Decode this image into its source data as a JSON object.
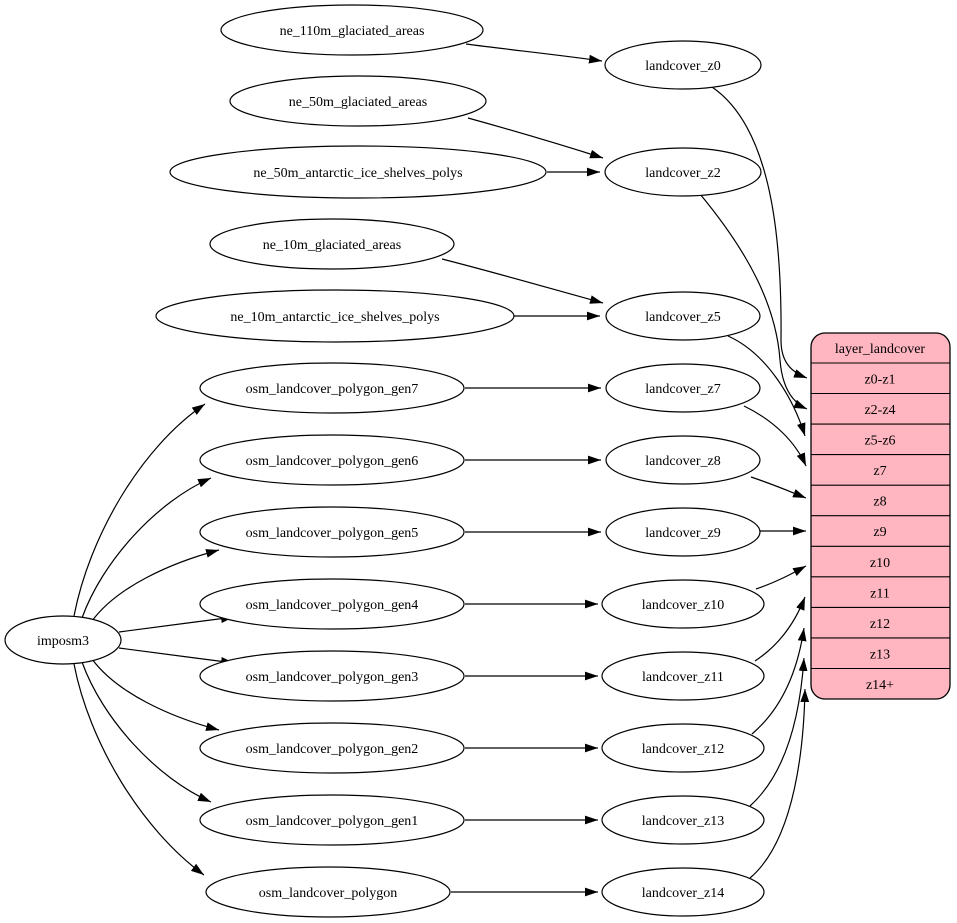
{
  "diagram": {
    "type": "dependency-graph",
    "nodes": {
      "imposm3": "imposm3",
      "ne_110m_glaciated_areas": "ne_110m_glaciated_areas",
      "ne_50m_glaciated_areas": "ne_50m_glaciated_areas",
      "ne_50m_antarctic_ice_shelves_polys": "ne_50m_antarctic_ice_shelves_polys",
      "ne_10m_glaciated_areas": "ne_10m_glaciated_areas",
      "ne_10m_antarctic_ice_shelves_polys": "ne_10m_antarctic_ice_shelves_polys",
      "osm_landcover_polygon_gen7": "osm_landcover_polygon_gen7",
      "osm_landcover_polygon_gen6": "osm_landcover_polygon_gen6",
      "osm_landcover_polygon_gen5": "osm_landcover_polygon_gen5",
      "osm_landcover_polygon_gen4": "osm_landcover_polygon_gen4",
      "osm_landcover_polygon_gen3": "osm_landcover_polygon_gen3",
      "osm_landcover_polygon_gen2": "osm_landcover_polygon_gen2",
      "osm_landcover_polygon_gen1": "osm_landcover_polygon_gen1",
      "osm_landcover_polygon": "osm_landcover_polygon",
      "landcover_z0": "landcover_z0",
      "landcover_z2": "landcover_z2",
      "landcover_z5": "landcover_z5",
      "landcover_z7": "landcover_z7",
      "landcover_z8": "landcover_z8",
      "landcover_z9": "landcover_z9",
      "landcover_z10": "landcover_z10",
      "landcover_z11": "landcover_z11",
      "landcover_z12": "landcover_z12",
      "landcover_z13": "landcover_z13",
      "landcover_z14": "landcover_z14"
    },
    "table": {
      "title": "layer_landcover",
      "rows": [
        "z0-z1",
        "z2-z4",
        "z5-z6",
        "z7",
        "z8",
        "z9",
        "z10",
        "z11",
        "z12",
        "z13",
        "z14+"
      ]
    },
    "edges": [
      [
        "ne_110m_glaciated_areas",
        "landcover_z0"
      ],
      [
        "ne_50m_glaciated_areas",
        "landcover_z2"
      ],
      [
        "ne_50m_antarctic_ice_shelves_polys",
        "landcover_z2"
      ],
      [
        "ne_10m_glaciated_areas",
        "landcover_z5"
      ],
      [
        "ne_10m_antarctic_ice_shelves_polys",
        "landcover_z5"
      ],
      [
        "imposm3",
        "osm_landcover_polygon_gen7"
      ],
      [
        "imposm3",
        "osm_landcover_polygon_gen6"
      ],
      [
        "imposm3",
        "osm_landcover_polygon_gen5"
      ],
      [
        "imposm3",
        "osm_landcover_polygon_gen4"
      ],
      [
        "imposm3",
        "osm_landcover_polygon_gen3"
      ],
      [
        "imposm3",
        "osm_landcover_polygon_gen2"
      ],
      [
        "imposm3",
        "osm_landcover_polygon_gen1"
      ],
      [
        "imposm3",
        "osm_landcover_polygon"
      ],
      [
        "osm_landcover_polygon_gen7",
        "landcover_z7"
      ],
      [
        "osm_landcover_polygon_gen6",
        "landcover_z8"
      ],
      [
        "osm_landcover_polygon_gen5",
        "landcover_z9"
      ],
      [
        "osm_landcover_polygon_gen4",
        "landcover_z10"
      ],
      [
        "osm_landcover_polygon_gen3",
        "landcover_z11"
      ],
      [
        "osm_landcover_polygon_gen2",
        "landcover_z12"
      ],
      [
        "osm_landcover_polygon_gen1",
        "landcover_z13"
      ],
      [
        "osm_landcover_polygon",
        "landcover_z14"
      ],
      [
        "landcover_z0",
        "layer_landcover:z0-z1"
      ],
      [
        "landcover_z2",
        "layer_landcover:z2-z4"
      ],
      [
        "landcover_z5",
        "layer_landcover:z5-z6"
      ],
      [
        "landcover_z7",
        "layer_landcover:z7"
      ],
      [
        "landcover_z8",
        "layer_landcover:z8"
      ],
      [
        "landcover_z9",
        "layer_landcover:z9"
      ],
      [
        "landcover_z10",
        "layer_landcover:z10"
      ],
      [
        "landcover_z11",
        "layer_landcover:z11"
      ],
      [
        "landcover_z12",
        "layer_landcover:z12"
      ],
      [
        "landcover_z13",
        "layer_landcover:z13"
      ],
      [
        "landcover_z14",
        "layer_landcover:z14+"
      ]
    ],
    "colors": {
      "table_fill": "#FFB6C1",
      "node_fill": "#FFFFFF",
      "stroke": "#000000",
      "background": "#FFFFFF"
    }
  }
}
